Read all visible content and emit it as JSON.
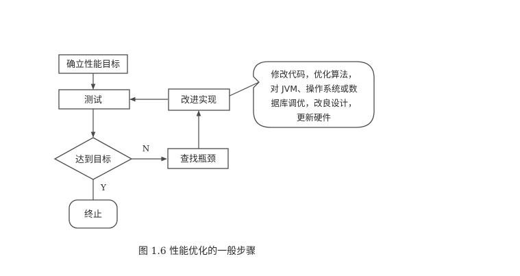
{
  "nodes": {
    "set_goal": "确立性能目标",
    "test": "测试",
    "improve": "改进实现",
    "decision": "达到目标",
    "find_bottleneck": "查找瓶颈",
    "end": "终止"
  },
  "note": {
    "lines": [
      "修改代码，优化算法，",
      "对 JVM、操作系统或数",
      "据库调优，改良设计，",
      "更新硬件"
    ]
  },
  "edges": {
    "no_label": "N",
    "yes_label": "Y"
  },
  "caption": "图 1.6  性能优化的一般步骤"
}
